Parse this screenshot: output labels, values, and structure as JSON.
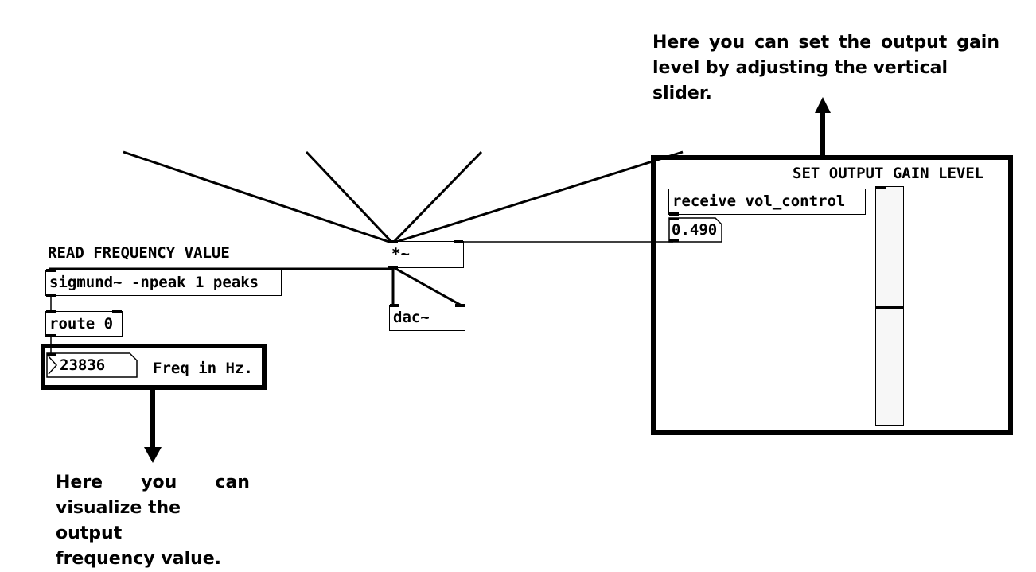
{
  "left_section": {
    "heading": "READ FREQUENCY VALUE",
    "sigmund_object": "sigmund~ -npeak 1 peaks",
    "route_object": "route 0",
    "freq_number": "23836",
    "freq_label": "Freq in Hz."
  },
  "center": {
    "multiply_object": "*~",
    "dac_object": "dac~"
  },
  "right_section": {
    "heading": "SET OUTPUT GAIN LEVEL",
    "receive_object": "receive vol_control",
    "gain_number": "0.490",
    "slider_value": 0.49
  },
  "annotations": {
    "top_right_line1": "Here you can set the output gain",
    "top_right_line2": "level by adjusting the vertical slider.",
    "bottom_left_line1_words": [
      "Here",
      "you",
      "can"
    ],
    "bottom_left_line2": "visualize the output",
    "bottom_left_line3": "frequency value."
  }
}
